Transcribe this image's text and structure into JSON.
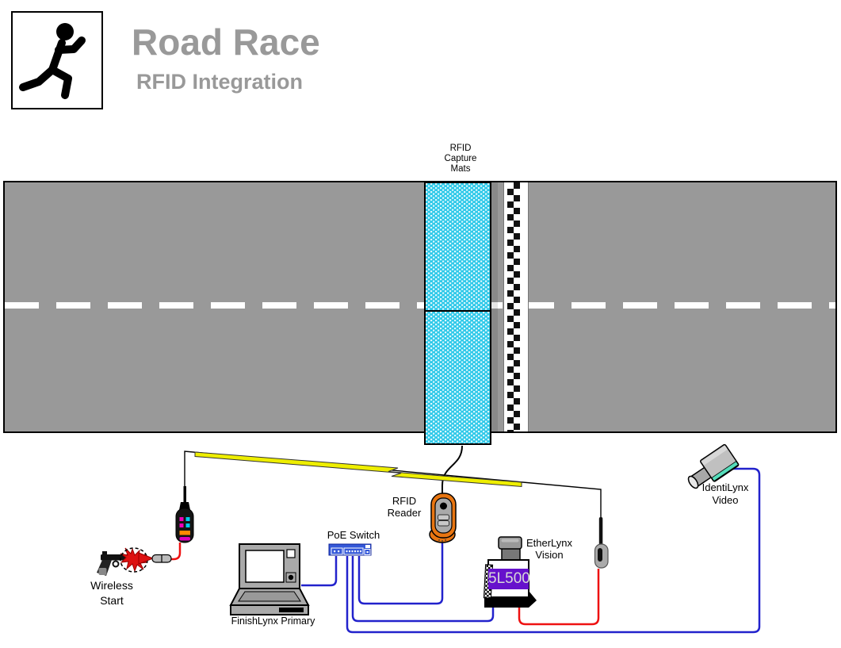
{
  "header": {
    "title": "Road Race",
    "subtitle": "RFID Integration",
    "logo_icon": "runner-icon"
  },
  "road": {
    "capture_mats_label": [
      "RFID",
      "Capture",
      "Mats"
    ]
  },
  "devices": {
    "wireless_start": {
      "label": [
        "Wireless",
        "Start"
      ]
    },
    "finishlynx_primary": {
      "label": "FinishLynx Primary"
    },
    "poe_switch": {
      "label": "PoE Switch"
    },
    "rfid_reader": {
      "label": [
        "RFID",
        "Reader"
      ]
    },
    "etherlynx_vision": {
      "label": [
        "EtherLynx",
        "Vision"
      ],
      "model": "5L500"
    },
    "identilynx_video": {
      "label": [
        "IdentiLynx",
        "Video"
      ]
    }
  },
  "colors": {
    "road_gray": "#999999",
    "mat_cyan": "#2FC9E9",
    "wire_blue": "#2222CC",
    "wire_red": "#EE1111",
    "wireless_yellow": "#EEEE00",
    "switch_blue": "#3458D8",
    "reader_orange": "#E87511",
    "camera_purple": "#6611CC",
    "title_gray": "#999999"
  }
}
